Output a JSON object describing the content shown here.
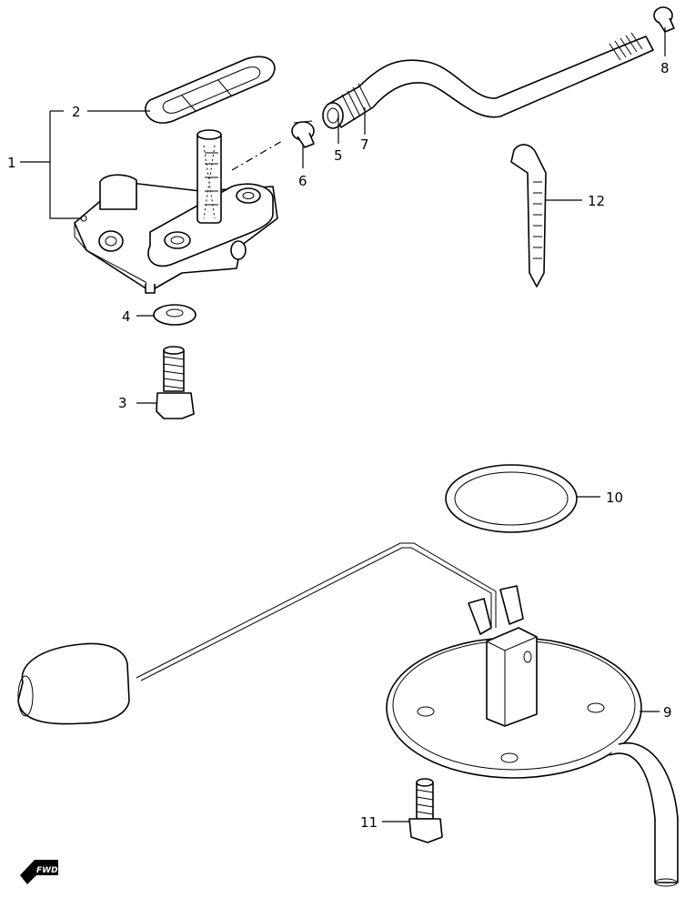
{
  "callouts": {
    "c1": "1",
    "c2": "2",
    "c3": "3",
    "c4": "4",
    "c5": "5",
    "c6": "6",
    "c7": "7",
    "c8": "8",
    "c9": "9",
    "c10": "10",
    "c11": "11",
    "c12": "12"
  },
  "fwd_badge": {
    "text": "FWD"
  }
}
